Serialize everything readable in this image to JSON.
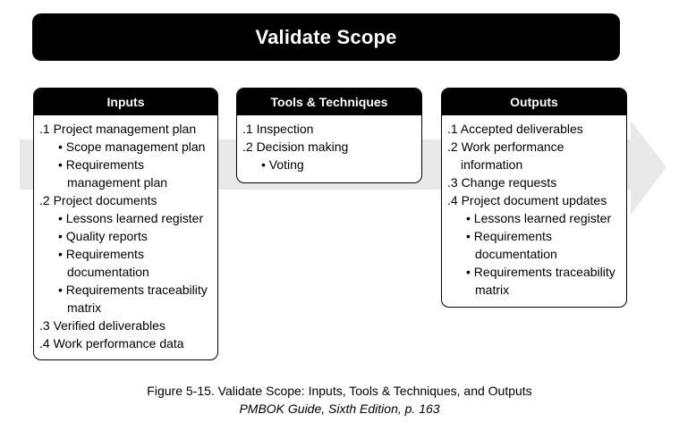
{
  "title": "Validate Scope",
  "columns": [
    {
      "header": "Inputs",
      "items": [
        {
          "style": "numbered",
          "text": ".1 Project management plan"
        },
        {
          "style": "bullet",
          "text": "Scope management plan"
        },
        {
          "style": "bullet",
          "text": "Requirements\nmanagement plan"
        },
        {
          "style": "numbered",
          "text": ".2 Project documents"
        },
        {
          "style": "bullet",
          "text": "Lessons learned register"
        },
        {
          "style": "bullet",
          "text": "Quality reports"
        },
        {
          "style": "bullet",
          "text": "Requirements\ndocumentation"
        },
        {
          "style": "bullet",
          "text": "Requirements traceability\nmatrix"
        },
        {
          "style": "numbered",
          "text": ".3 Verified deliverables"
        },
        {
          "style": "numbered",
          "text": ".4 Work performance data"
        }
      ]
    },
    {
      "header": "Tools & Techniques",
      "items": [
        {
          "style": "numbered",
          "text": ".1 Inspection"
        },
        {
          "style": "numbered",
          "text": ".2 Decision making"
        },
        {
          "style": "bullet",
          "text": "Voting"
        }
      ]
    },
    {
      "header": "Outputs",
      "items": [
        {
          "style": "numbered",
          "text": ".1 Accepted deliverables"
        },
        {
          "style": "numbered",
          "text": ".2 Work performance\ninformation"
        },
        {
          "style": "numbered",
          "text": ".3 Change requests"
        },
        {
          "style": "numbered",
          "text": ".4 Project document updates"
        },
        {
          "style": "bullet",
          "text": "Lessons learned register"
        },
        {
          "style": "bullet",
          "text": "Requirements\ndocumentation"
        },
        {
          "style": "bullet",
          "text": "Requirements traceability\nmatrix"
        }
      ]
    }
  ],
  "caption": {
    "figure_label": "Figure 5-15. Validate Scope: Inputs, Tools & Techniques, and Outputs",
    "source": "PMBOK Guide, Sixth Edition, p. 163"
  },
  "colors": {
    "header_bg": "#000000",
    "header_text": "#ffffff",
    "arrow": "#e8e8e8",
    "body_text": "#000000",
    "background": "#ffffff"
  }
}
